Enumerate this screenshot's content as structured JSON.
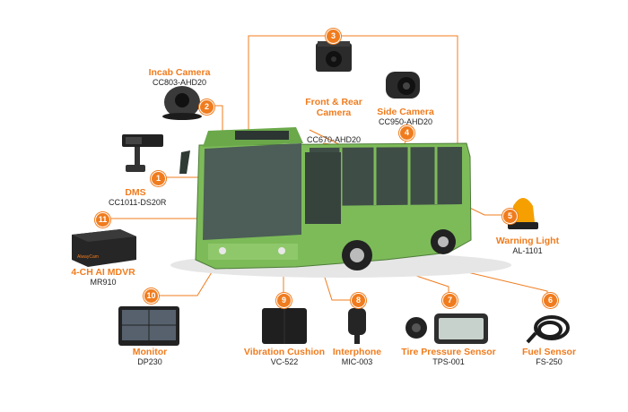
{
  "colors": {
    "accent": "#f07c1e",
    "bus_body": "#7dbb59",
    "bus_dark": "#2f3a34",
    "text": "#222222"
  },
  "components": [
    {
      "id": "1",
      "name": "DMS",
      "model": "CC1011-DS20R",
      "icon": "dashboard-camera-icon"
    },
    {
      "id": "2",
      "name": "Incab Camera",
      "model": "CC803-AHD20",
      "icon": "dome-camera-icon"
    },
    {
      "id": "3",
      "name": "Front & Rear\nCamera",
      "model": "CC670-AHD20",
      "icon": "rear-camera-icon"
    },
    {
      "id": "4",
      "name": "Side Camera",
      "model": "CC950-AHD20",
      "icon": "side-camera-icon"
    },
    {
      "id": "5",
      "name": "Warning Light",
      "model": "AL-1101",
      "icon": "beacon-light-icon"
    },
    {
      "id": "6",
      "name": "Fuel Sensor",
      "model": "FS-250",
      "icon": "cable-sensor-icon"
    },
    {
      "id": "7",
      "name": "Tire Pressure Sensor",
      "model": "TPS-001",
      "icon": "tire-pressure-icon"
    },
    {
      "id": "8",
      "name": "Interphone",
      "model": "MIC-003",
      "icon": "microphone-icon"
    },
    {
      "id": "9",
      "name": "Vibration Cushion",
      "model": "VC-522",
      "icon": "cushion-icon"
    },
    {
      "id": "10",
      "name": "Monitor",
      "model": "DP230",
      "icon": "monitor-icon"
    },
    {
      "id": "11",
      "name": "4-CH AI MDVR",
      "model": "MR910",
      "icon": "dvr-box-icon"
    }
  ],
  "mdvr_brand_text": "AlwayCam"
}
